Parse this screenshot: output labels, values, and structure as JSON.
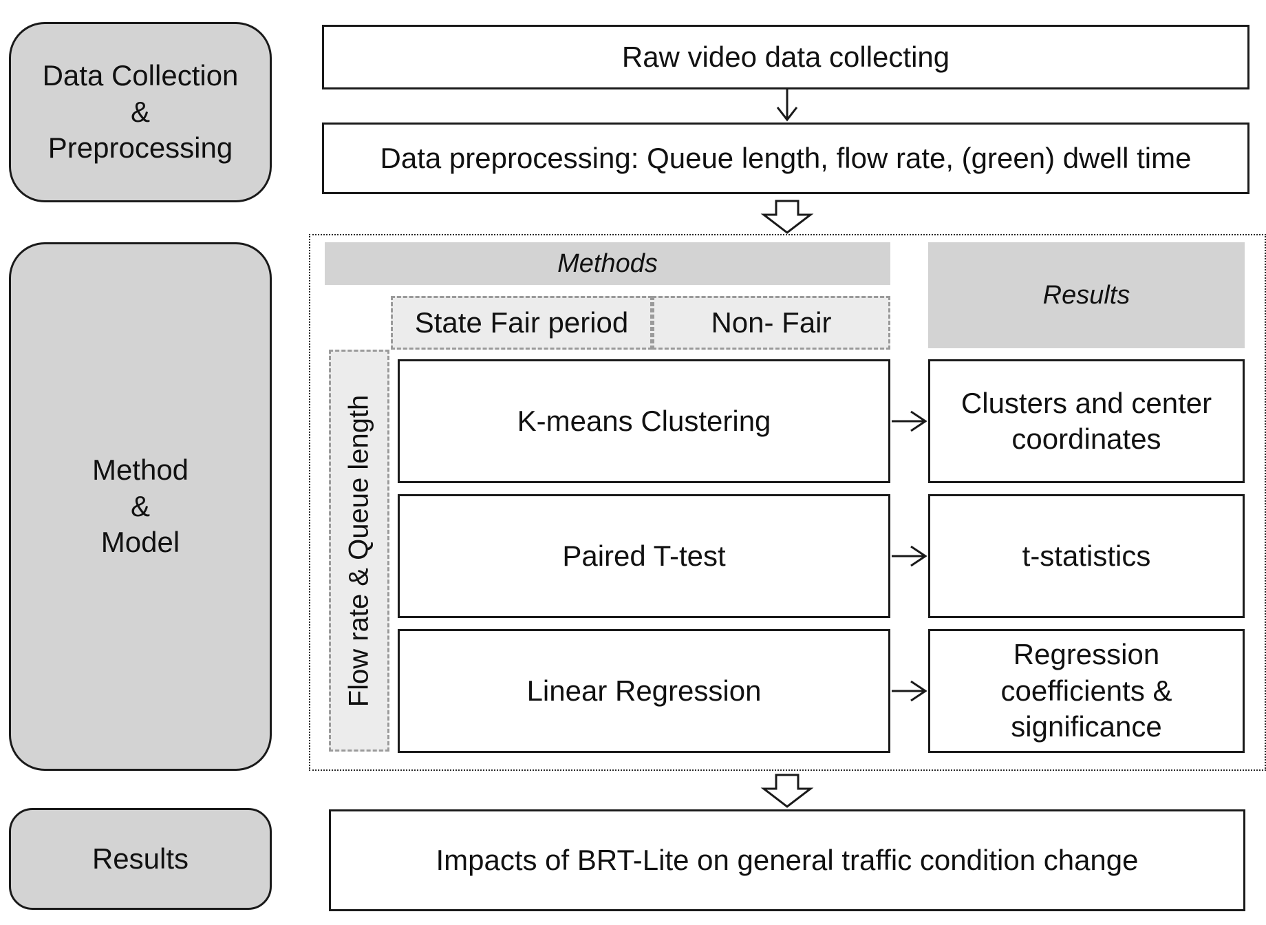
{
  "stages": {
    "data_collection": [
      "Data Collection",
      "&",
      "Preprocessing"
    ],
    "method_model": [
      "Method",
      "&",
      "Model"
    ],
    "results": "Results"
  },
  "flow": {
    "raw_video": "Raw video data collecting",
    "preprocessing": "Data preprocessing: Queue length,  flow rate, (green) dwell  time",
    "impacts": "Impacts of BRT-Lite on general traffic condition change"
  },
  "methods_panel": {
    "methods_header": "Methods",
    "results_header": "Results",
    "state_fair": "State Fair period",
    "non_fair": "Non- Fair",
    "variables": "Flow rate & Queue length",
    "methods": [
      "K-means Clustering",
      "Paired T-test",
      "Linear Regression"
    ],
    "results": [
      [
        "Clusters and center",
        "coordinates"
      ],
      [
        "t-statistics"
      ],
      [
        "Regression",
        "coefficients &",
        "significance"
      ]
    ]
  },
  "colors": {
    "stage_fill": "#d3d3d3",
    "header_fill": "#d3d3d3",
    "dashed_fill": "#ececec",
    "line": "#1a1a1a"
  }
}
